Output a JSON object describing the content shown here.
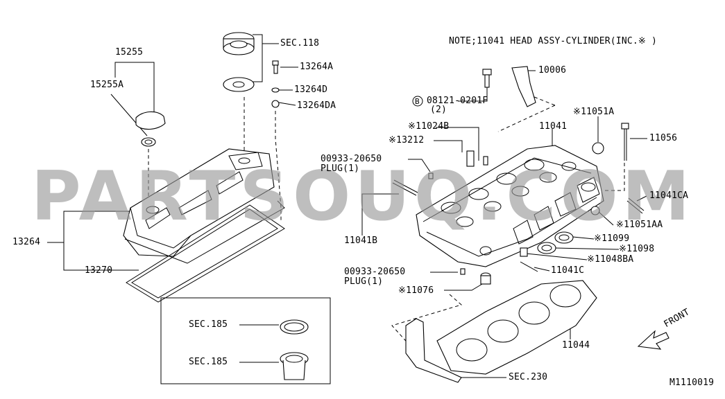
{
  "diagram": {
    "note": "NOTE;11041 HEAD ASSY-CYLINDER(INC.※ )",
    "figure_code": "M1110019",
    "watermark": "PARTSOUQ.COM",
    "front_label": "FRONT",
    "labels": {
      "sec118": "SEC.118",
      "p13264A": "13264A",
      "p13264D": "13264D",
      "p13264DA": "13264DA",
      "p15255": "15255",
      "p15255A": "15255A",
      "p13264": "13264",
      "p13270": "13270",
      "sec185_a": "SEC.185",
      "sec185_b": "SEC.185",
      "p10006": "10006",
      "b_code": "08121-0201F",
      "b_qty": "(2)",
      "p11051A": "※11051A",
      "p11024B": "※11024B",
      "p11041": "11041",
      "p11056": "11056",
      "p13212": "※13212",
      "plug1_code": "00933-20650",
      "plug1_name": "PLUG(1)",
      "p11041CA": "11041CA",
      "p11041B": "11041B",
      "p11051AA": "※11051AA",
      "p11099": "※11099",
      "p11098": "※11098",
      "p11048BA": "※11048BA",
      "plug2_code": "00933-20650",
      "plug2_name": "PLUG(1)",
      "p11041C": "11041C",
      "p11076": "※11076",
      "p11044": "11044",
      "sec230": "SEC.230"
    }
  }
}
